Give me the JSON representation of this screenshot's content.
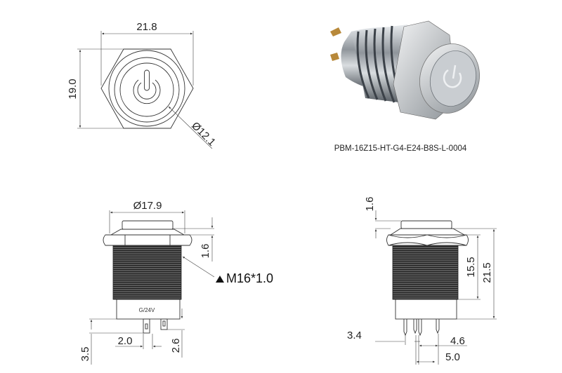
{
  "front_view": {
    "width_label": "21.8",
    "height_label": "19.0",
    "diameter_label": "Ø12.1",
    "symbol": "power-icon"
  },
  "product_photo": {
    "caption": "PBM-16Z15-HT-G4-E24-B8S-L-0004"
  },
  "side_view_left": {
    "diameter_label": "Ø17.9",
    "head_height_label": "1.6",
    "thread_label": "M16*1.0",
    "body_marking": "G/24V",
    "pin_length_label": "3.5",
    "pin_spacing_label": "2.0",
    "pin_offset_label": "2.6"
  },
  "side_view_right": {
    "head_height_label": "1.6",
    "thread_length_label": "15.5",
    "total_length_label": "21.5",
    "pin_gap_a_label": "3.4",
    "pin_gap_b_label": "4.6",
    "pin_gap_c_label": "5.0"
  },
  "colors": {
    "line": "#333333",
    "thread": "#2a2a2a",
    "metal": "#9aa0a6"
  }
}
